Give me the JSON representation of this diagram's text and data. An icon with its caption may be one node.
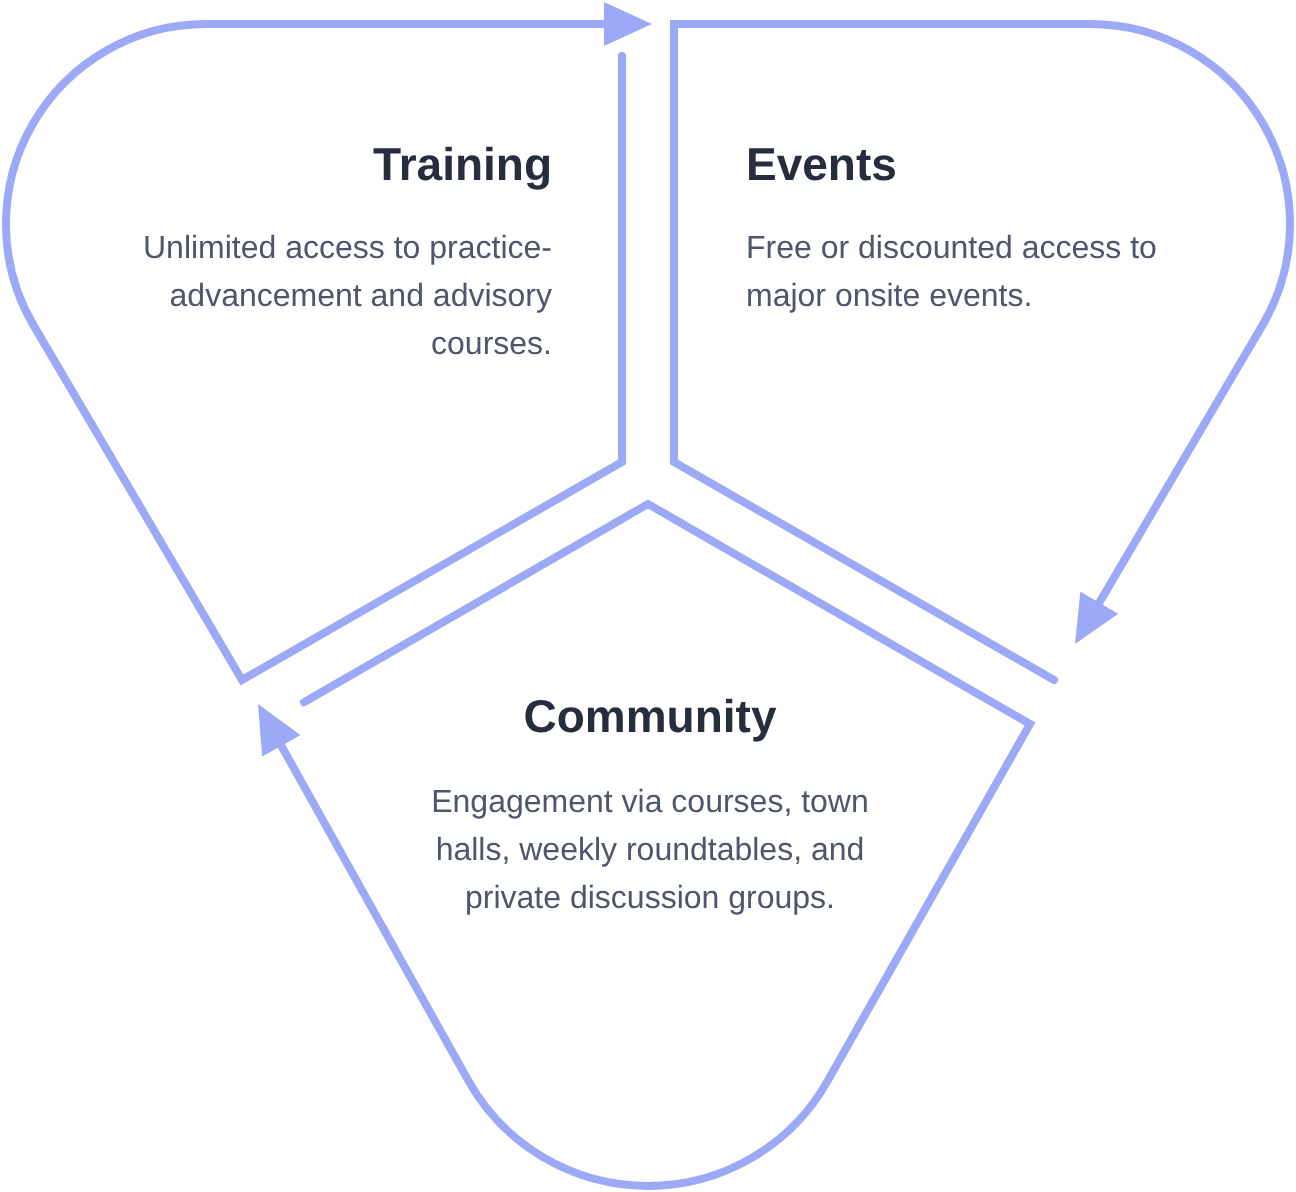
{
  "diagram": {
    "nodes": [
      {
        "text": [
          "Training",
          "Unlimited access to practice-advancement and advisory courses."
        ]
      },
      {
        "text": [
          "Events",
          "Free or discounted access to major onsite events."
        ]
      },
      {
        "text": [
          "Community",
          "Engagement via courses, town halls, weekly roundtables, and private discussion groups."
        ]
      }
    ],
    "edges": [
      {
        "from": 0,
        "to": 1,
        "arrow": "to"
      },
      {
        "from": 1,
        "to": 2,
        "arrow": "to"
      },
      {
        "from": 2,
        "to": 0,
        "arrow": "to"
      }
    ]
  }
}
